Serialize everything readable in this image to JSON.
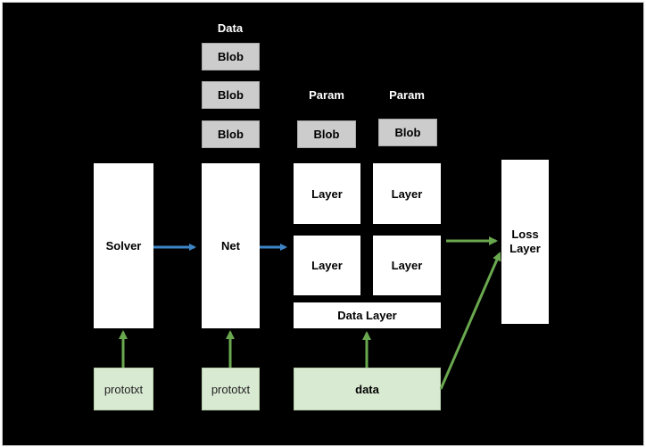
{
  "labels": {
    "data_header": "Data",
    "param_header_1": "Param",
    "param_header_2": "Param"
  },
  "blobs": {
    "data_blob_1": "Blob",
    "data_blob_2": "Blob",
    "data_blob_3": "Blob",
    "param_blob_1": "Blob",
    "param_blob_2": "Blob"
  },
  "nodes": {
    "solver": "Solver",
    "net": "Net",
    "layer_1": "Layer",
    "layer_2": "Layer",
    "layer_3": "Layer",
    "layer_4": "Layer",
    "data_layer": "Data Layer",
    "loss_layer": "Loss Layer",
    "prototxt_1": "prototxt",
    "prototxt_2": "prototxt",
    "data": "data"
  },
  "colors": {
    "background": "#000000",
    "blue_arrow": "#3d85c6",
    "green_arrow": "#6aa84f",
    "blob_fill": "#cccccc",
    "input_fill": "#d9ead3"
  }
}
